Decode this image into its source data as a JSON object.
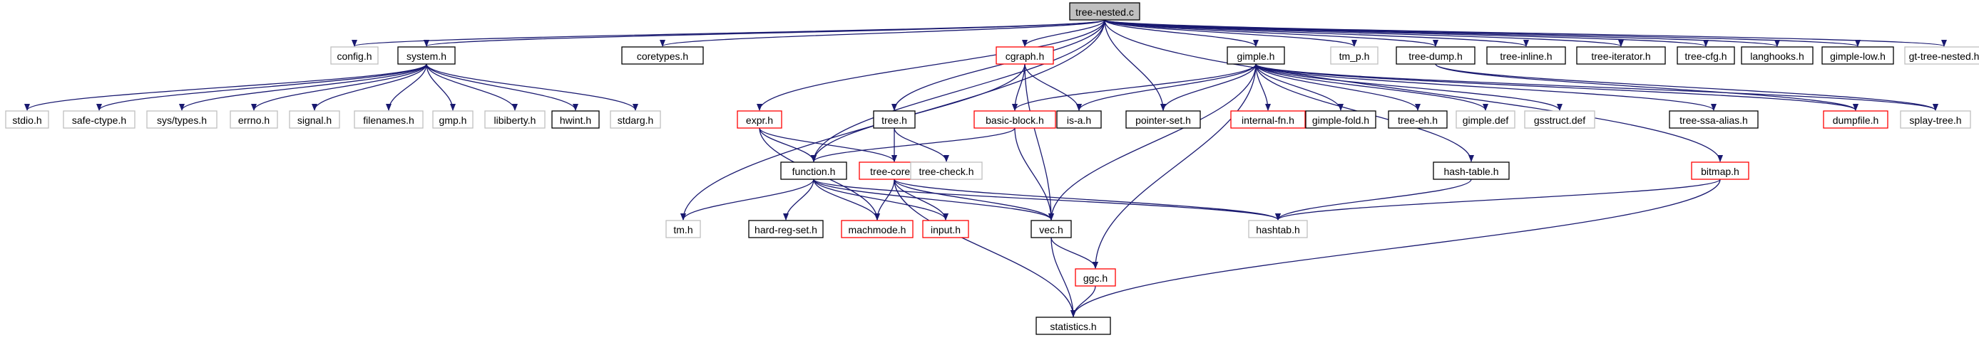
{
  "colors": {
    "edge": "#191970",
    "root_fill": "#bfbfbf",
    "normal_border": "#000000",
    "external_border": "#bfbfbf",
    "incomplete_border": "#ff0000",
    "text": "#000000"
  },
  "nodes": [
    {
      "id": "root",
      "label": "tree-nested.c",
      "kind": "root"
    },
    {
      "id": "config",
      "label": "config.h",
      "kind": "external"
    },
    {
      "id": "system",
      "label": "system.h",
      "kind": "normal"
    },
    {
      "id": "coretypes",
      "label": "coretypes.h",
      "kind": "normal"
    },
    {
      "id": "cgraph",
      "label": "cgraph.h",
      "kind": "incomplete"
    },
    {
      "id": "gimple",
      "label": "gimple.h",
      "kind": "normal"
    },
    {
      "id": "tmp",
      "label": "tm_p.h",
      "kind": "external"
    },
    {
      "id": "treedump",
      "label": "tree-dump.h",
      "kind": "normal"
    },
    {
      "id": "treeinline",
      "label": "tree-inline.h",
      "kind": "normal"
    },
    {
      "id": "treeiter",
      "label": "tree-iterator.h",
      "kind": "normal"
    },
    {
      "id": "treecfg",
      "label": "tree-cfg.h",
      "kind": "normal"
    },
    {
      "id": "langhooks",
      "label": "langhooks.h",
      "kind": "normal"
    },
    {
      "id": "gimplelow",
      "label": "gimple-low.h",
      "kind": "normal"
    },
    {
      "id": "gtnested",
      "label": "gt-tree-nested.h",
      "kind": "external"
    },
    {
      "id": "stdio",
      "label": "stdio.h",
      "kind": "external"
    },
    {
      "id": "safectype",
      "label": "safe-ctype.h",
      "kind": "external"
    },
    {
      "id": "systypes",
      "label": "sys/types.h",
      "kind": "external"
    },
    {
      "id": "errno",
      "label": "errno.h",
      "kind": "external"
    },
    {
      "id": "signal",
      "label": "signal.h",
      "kind": "external"
    },
    {
      "id": "filenames",
      "label": "filenames.h",
      "kind": "external"
    },
    {
      "id": "gmp",
      "label": "gmp.h",
      "kind": "external"
    },
    {
      "id": "libiberty",
      "label": "libiberty.h",
      "kind": "external"
    },
    {
      "id": "hwint",
      "label": "hwint.h",
      "kind": "normal"
    },
    {
      "id": "stdarg",
      "label": "stdarg.h",
      "kind": "external"
    },
    {
      "id": "expr",
      "label": "expr.h",
      "kind": "incomplete"
    },
    {
      "id": "tree",
      "label": "tree.h",
      "kind": "normal"
    },
    {
      "id": "basicblock",
      "label": "basic-block.h",
      "kind": "incomplete"
    },
    {
      "id": "isa",
      "label": "is-a.h",
      "kind": "normal"
    },
    {
      "id": "pointerset",
      "label": "pointer-set.h",
      "kind": "normal"
    },
    {
      "id": "internalfn",
      "label": "internal-fn.h",
      "kind": "incomplete"
    },
    {
      "id": "gimplefold",
      "label": "gimple-fold.h",
      "kind": "normal"
    },
    {
      "id": "treeeh",
      "label": "tree-eh.h",
      "kind": "normal"
    },
    {
      "id": "gimpledef",
      "label": "gimple.def",
      "kind": "external"
    },
    {
      "id": "gsstruct",
      "label": "gsstruct.def",
      "kind": "external"
    },
    {
      "id": "treessaalias",
      "label": "tree-ssa-alias.h",
      "kind": "normal"
    },
    {
      "id": "dumpfile",
      "label": "dumpfile.h",
      "kind": "incomplete"
    },
    {
      "id": "splaytree",
      "label": "splay-tree.h",
      "kind": "external"
    },
    {
      "id": "function",
      "label": "function.h",
      "kind": "normal"
    },
    {
      "id": "treecore",
      "label": "tree-core.h",
      "kind": "incomplete"
    },
    {
      "id": "treecheck",
      "label": "tree-check.h",
      "kind": "external"
    },
    {
      "id": "hashtable",
      "label": "hash-table.h",
      "kind": "normal"
    },
    {
      "id": "bitmap",
      "label": "bitmap.h",
      "kind": "incomplete"
    },
    {
      "id": "tm",
      "label": "tm.h",
      "kind": "external"
    },
    {
      "id": "hardregset",
      "label": "hard-reg-set.h",
      "kind": "normal"
    },
    {
      "id": "machmode",
      "label": "machmode.h",
      "kind": "incomplete"
    },
    {
      "id": "input",
      "label": "input.h",
      "kind": "incomplete"
    },
    {
      "id": "vec",
      "label": "vec.h",
      "kind": "normal"
    },
    {
      "id": "hashtab",
      "label": "hashtab.h",
      "kind": "external"
    },
    {
      "id": "ggc",
      "label": "ggc.h",
      "kind": "incomplete"
    },
    {
      "id": "statistics",
      "label": "statistics.h",
      "kind": "normal"
    }
  ],
  "edges": [
    [
      "root",
      "config"
    ],
    [
      "root",
      "system"
    ],
    [
      "root",
      "coretypes"
    ],
    [
      "root",
      "cgraph"
    ],
    [
      "root",
      "gimple"
    ],
    [
      "root",
      "tmp"
    ],
    [
      "root",
      "treedump"
    ],
    [
      "root",
      "treeinline"
    ],
    [
      "root",
      "treeiter"
    ],
    [
      "root",
      "treecfg"
    ],
    [
      "root",
      "langhooks"
    ],
    [
      "root",
      "gimplelow"
    ],
    [
      "root",
      "gtnested"
    ],
    [
      "root",
      "tm"
    ],
    [
      "root",
      "expr"
    ],
    [
      "root",
      "tree"
    ],
    [
      "root",
      "function"
    ],
    [
      "root",
      "pointerset"
    ],
    [
      "root",
      "bitmap"
    ],
    [
      "system",
      "stdio"
    ],
    [
      "system",
      "safectype"
    ],
    [
      "system",
      "systypes"
    ],
    [
      "system",
      "errno"
    ],
    [
      "system",
      "signal"
    ],
    [
      "system",
      "filenames"
    ],
    [
      "system",
      "gmp"
    ],
    [
      "system",
      "libiberty"
    ],
    [
      "system",
      "hwint"
    ],
    [
      "system",
      "stdarg"
    ],
    [
      "cgraph",
      "basicblock"
    ],
    [
      "cgraph",
      "isa"
    ],
    [
      "cgraph",
      "function"
    ],
    [
      "cgraph",
      "vec"
    ],
    [
      "gimple",
      "basicblock"
    ],
    [
      "gimple",
      "isa"
    ],
    [
      "gimple",
      "pointerset"
    ],
    [
      "gimple",
      "internalfn"
    ],
    [
      "gimple",
      "gimplefold"
    ],
    [
      "gimple",
      "treeeh"
    ],
    [
      "gimple",
      "gimpledef"
    ],
    [
      "gimple",
      "gsstruct"
    ],
    [
      "gimple",
      "treessaalias"
    ],
    [
      "gimple",
      "dumpfile"
    ],
    [
      "gimple",
      "splaytree"
    ],
    [
      "gimple",
      "hashtable"
    ],
    [
      "gimple",
      "vec"
    ],
    [
      "gimple",
      "ggc"
    ],
    [
      "treedump",
      "splaytree"
    ],
    [
      "treedump",
      "dumpfile"
    ],
    [
      "expr",
      "function"
    ],
    [
      "expr",
      "treecore"
    ],
    [
      "expr",
      "machmode"
    ],
    [
      "tree",
      "treecore"
    ],
    [
      "tree",
      "treecheck"
    ],
    [
      "basicblock",
      "function"
    ],
    [
      "basicblock",
      "vec"
    ],
    [
      "function",
      "tm"
    ],
    [
      "function",
      "hardregset"
    ],
    [
      "function",
      "machmode"
    ],
    [
      "function",
      "input"
    ],
    [
      "function",
      "vec"
    ],
    [
      "function",
      "hashtab"
    ],
    [
      "treecore",
      "machmode"
    ],
    [
      "treecore",
      "input"
    ],
    [
      "treecore",
      "vec"
    ],
    [
      "treecore",
      "hashtab"
    ],
    [
      "treecore",
      "statistics"
    ],
    [
      "hashtable",
      "hashtab"
    ],
    [
      "bitmap",
      "hashtab"
    ],
    [
      "bitmap",
      "statistics"
    ],
    [
      "vec",
      "ggc"
    ],
    [
      "vec",
      "statistics"
    ],
    [
      "ggc",
      "statistics"
    ]
  ]
}
